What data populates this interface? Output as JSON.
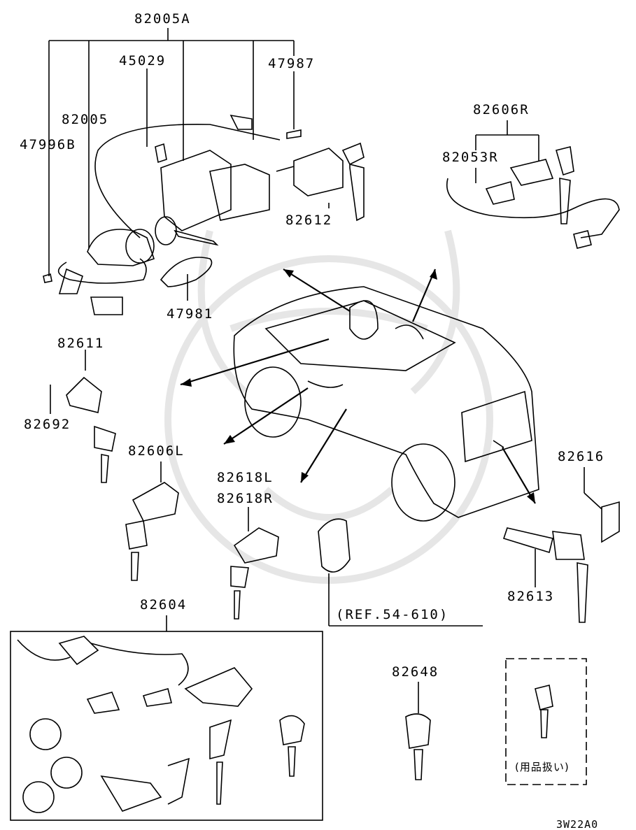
{
  "diagram": {
    "part_labels": {
      "p82005A": "82005A",
      "p45029": "45029",
      "p47987": "47987",
      "p82005": "82005",
      "p47996B": "47996B",
      "p82612": "82612",
      "p82606R": "82606R",
      "p82053R": "82053R",
      "p47981": "47981",
      "p82611": "82611",
      "p82692": "82692",
      "p82606L": "82606L",
      "p82618L": "82618L",
      "p82618R": "82618R",
      "p82616": "82616",
      "p82613": "82613",
      "p82604": "82604",
      "ref": "(REF.54-610)",
      "p82648": "82648",
      "accessory": "(用品扱い)",
      "diagram_code": "3W22A0"
    },
    "colors": {
      "line": "#000000",
      "watermark": "#e6e6e6",
      "background": "#ffffff"
    }
  }
}
